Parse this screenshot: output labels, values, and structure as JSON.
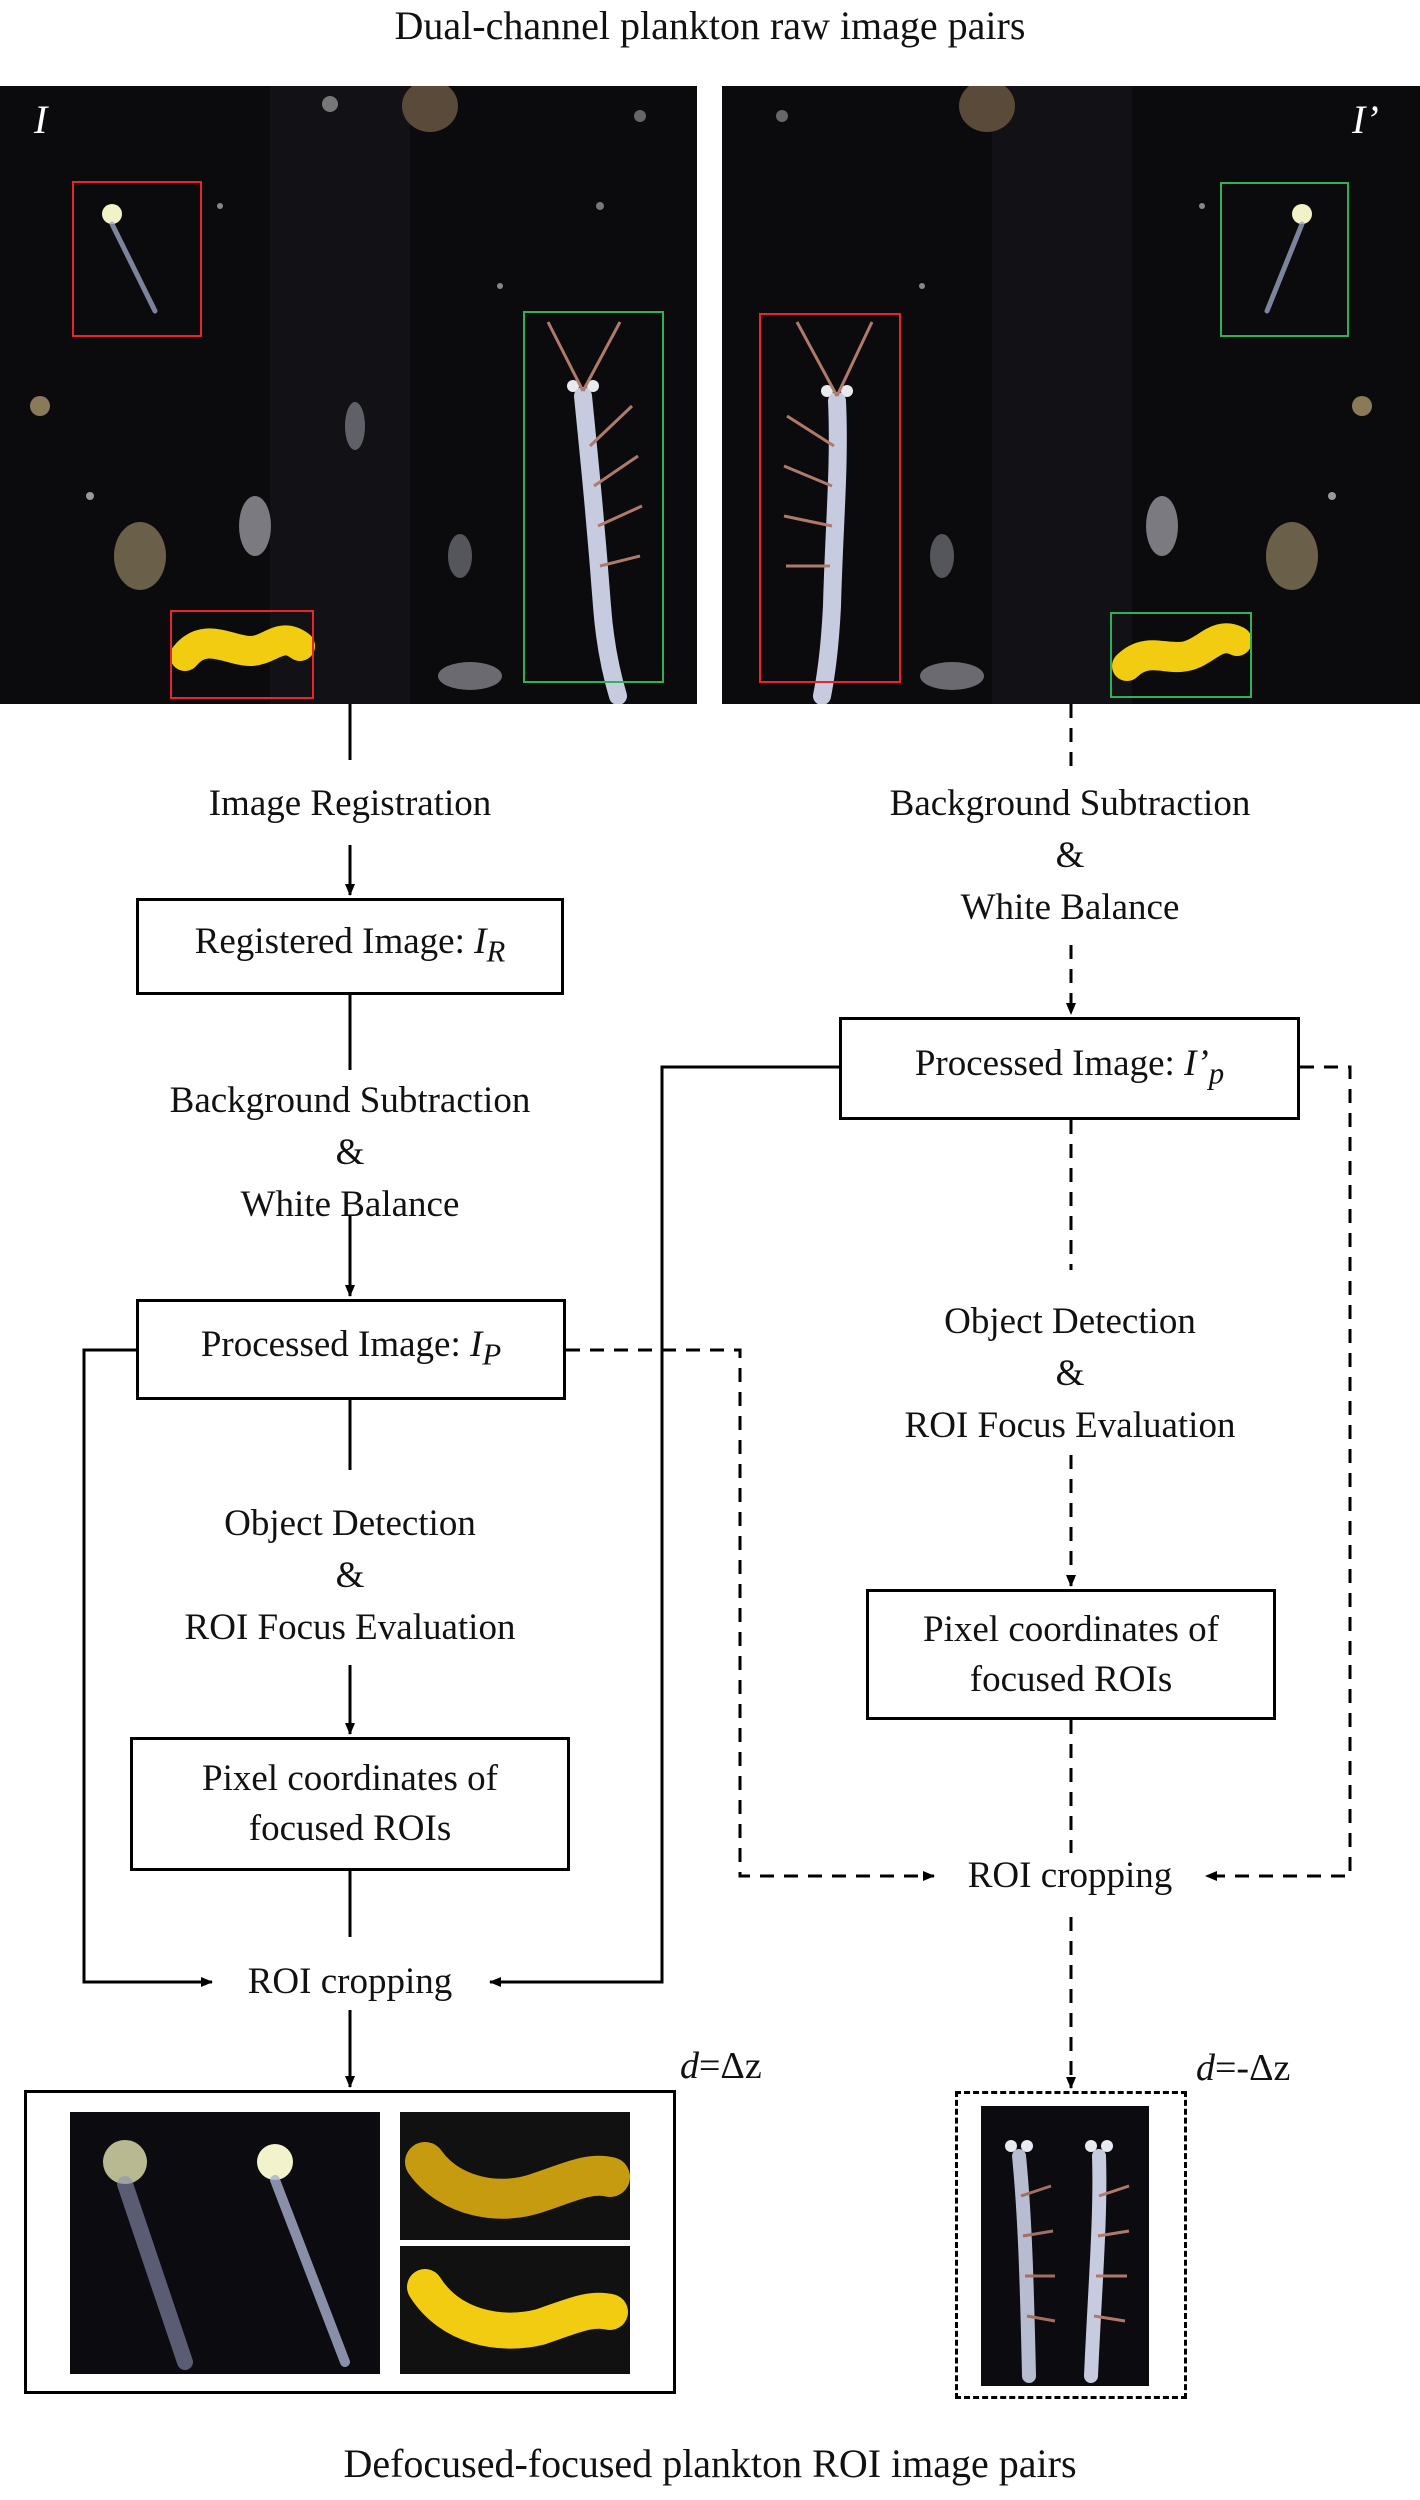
{
  "top_title": "Dual-channel plankton raw image pairs",
  "bottom_title": "Defocused-focused plankton ROI image pairs",
  "raw_left_label": "I",
  "raw_right_label": "I’",
  "left": {
    "registration": "Image Registration",
    "registered_box": {
      "text": "Registered Image: ",
      "var": "I",
      "sub": "R"
    },
    "bg_line1": "Background Subtraction",
    "bg_line2": "&",
    "bg_line3": "White Balance",
    "processed_box": {
      "text": "Processed Image: ",
      "var": "I",
      "sub": "P"
    },
    "det_line1": "Object Detection",
    "det_line2": "&",
    "det_line3": "ROI Focus Evaluation",
    "pixel_line1": "Pixel coordinates of",
    "pixel_line2": "focused ROIs",
    "crop": "ROI cropping",
    "d_var": "d",
    "d_value": "=Δz"
  },
  "right": {
    "bg_line1": "Background Subtraction",
    "bg_line2": "&",
    "bg_line3": "White Balance",
    "processed_box": {
      "text": "Processed Image: ",
      "var": "I’",
      "sub": "p"
    },
    "det_line1": "Object Detection",
    "det_line2": "&",
    "det_line3": "ROI Focus Evaluation",
    "pixel_line1": "Pixel coordinates of",
    "pixel_line2": "focused ROIs",
    "crop": "ROI cropping",
    "d_var": "d",
    "d_value": "=-Δz"
  },
  "colors": {
    "focused_box": "#e8262a",
    "defocused_box": "#2fb15a",
    "yellow_worm": "#f2cc10",
    "raw_bg": "#0b0b0e"
  }
}
